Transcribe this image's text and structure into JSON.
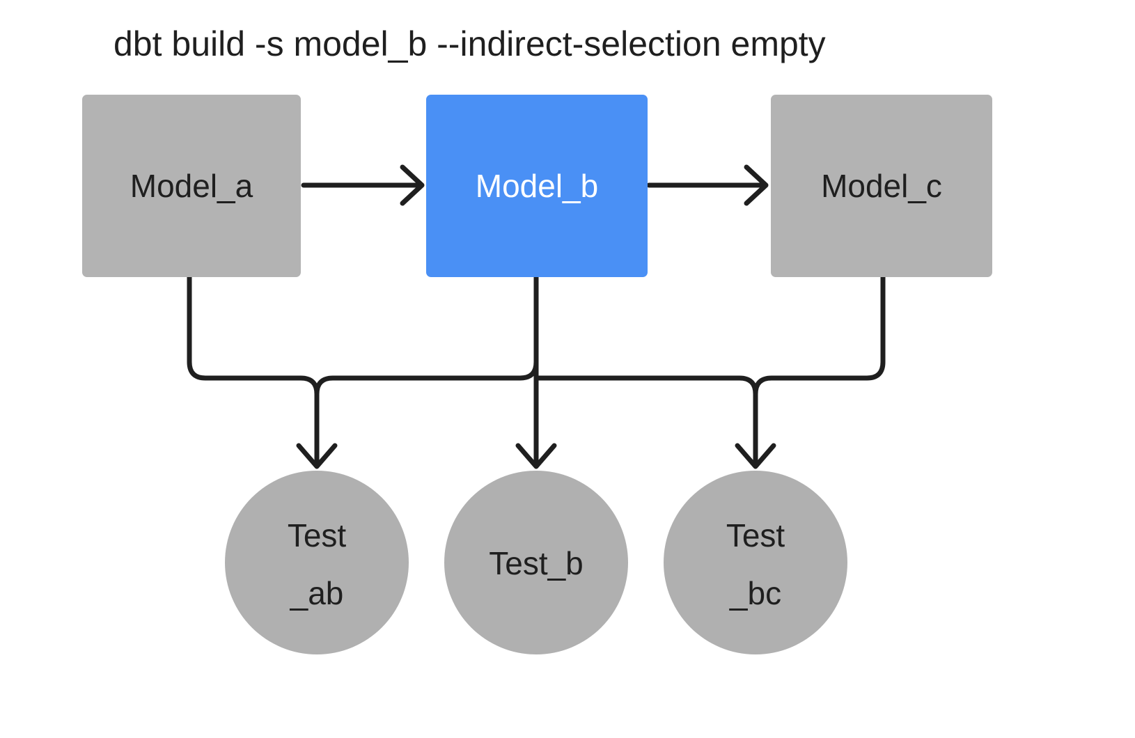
{
  "title": "dbt build -s model_b --indirect-selection empty",
  "colors": {
    "background": "#ffffff",
    "node_default": "#b3b3b3",
    "node_selected": "#4a90f5",
    "circle_fill": "#b0b0b0",
    "edge": "#1f1f1f",
    "label_default": "#1f1f1f",
    "label_selected": "#ffffff"
  },
  "models": [
    {
      "id": "model_a",
      "label": "Model_a",
      "state": "unselected"
    },
    {
      "id": "model_b",
      "label": "Model_b",
      "state": "selected"
    },
    {
      "id": "model_c",
      "label": "Model_c",
      "state": "unselected"
    }
  ],
  "tests": [
    {
      "id": "test_ab",
      "line1": "Test",
      "line2": "_ab",
      "state": "unselected"
    },
    {
      "id": "test_b",
      "line1": "Test_b",
      "line2": "",
      "state": "unselected"
    },
    {
      "id": "test_bc",
      "line1": "Test",
      "line2": "_bc",
      "state": "unselected"
    }
  ],
  "edges": [
    {
      "from": "model_a",
      "to": "model_b",
      "kind": "horizontal"
    },
    {
      "from": "model_b",
      "to": "model_c",
      "kind": "horizontal"
    },
    {
      "from": "model_a",
      "to": "test_ab",
      "kind": "elbow"
    },
    {
      "from": "model_b",
      "to": "test_ab",
      "kind": "elbow"
    },
    {
      "from": "model_b",
      "to": "test_b",
      "kind": "straight"
    },
    {
      "from": "model_b",
      "to": "test_bc",
      "kind": "elbow"
    },
    {
      "from": "model_c",
      "to": "test_bc",
      "kind": "elbow"
    }
  ]
}
